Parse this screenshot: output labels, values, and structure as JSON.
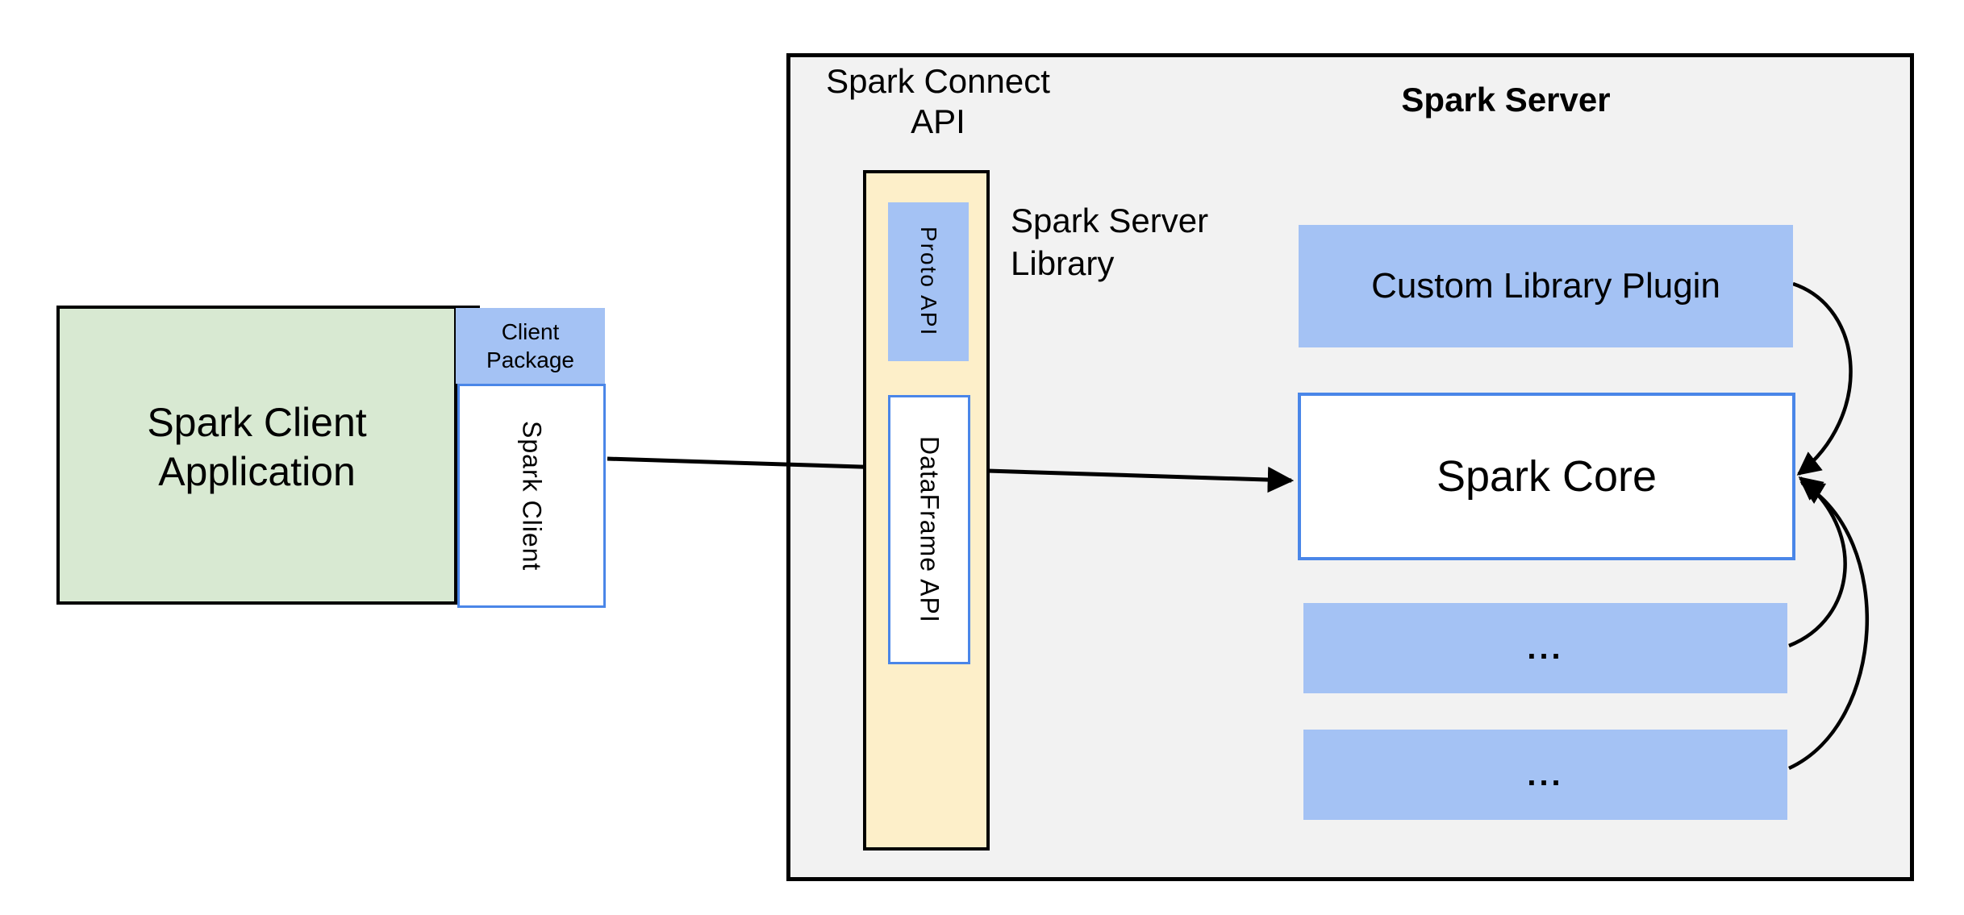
{
  "colors": {
    "green_fill": "#d8e9d2",
    "blue_fill": "#a4c2f4",
    "blue_border": "#4a86e8",
    "yellow_fill": "#fdefc9",
    "gray_fill": "#f2f2f2",
    "line": "#000000",
    "canvas_bg": "#ffffff"
  },
  "client": {
    "app_line1": "Spark Client",
    "app_line2": "Application",
    "package_line1": "Client",
    "package_line2": "Package",
    "spark_client_label": "Spark Client"
  },
  "connect_api": {
    "title_line1": "Spark Connect",
    "title_line2": "API",
    "proto_api_label": "Proto API",
    "dataframe_api_label": "DataFrame API",
    "library_line1": "Spark Server",
    "library_line2": "Library"
  },
  "server": {
    "title": "Spark Server",
    "plugin_label": "Custom Library Plugin",
    "core_label": "Spark Core",
    "extension1_label": "...",
    "extension2_label": "..."
  }
}
